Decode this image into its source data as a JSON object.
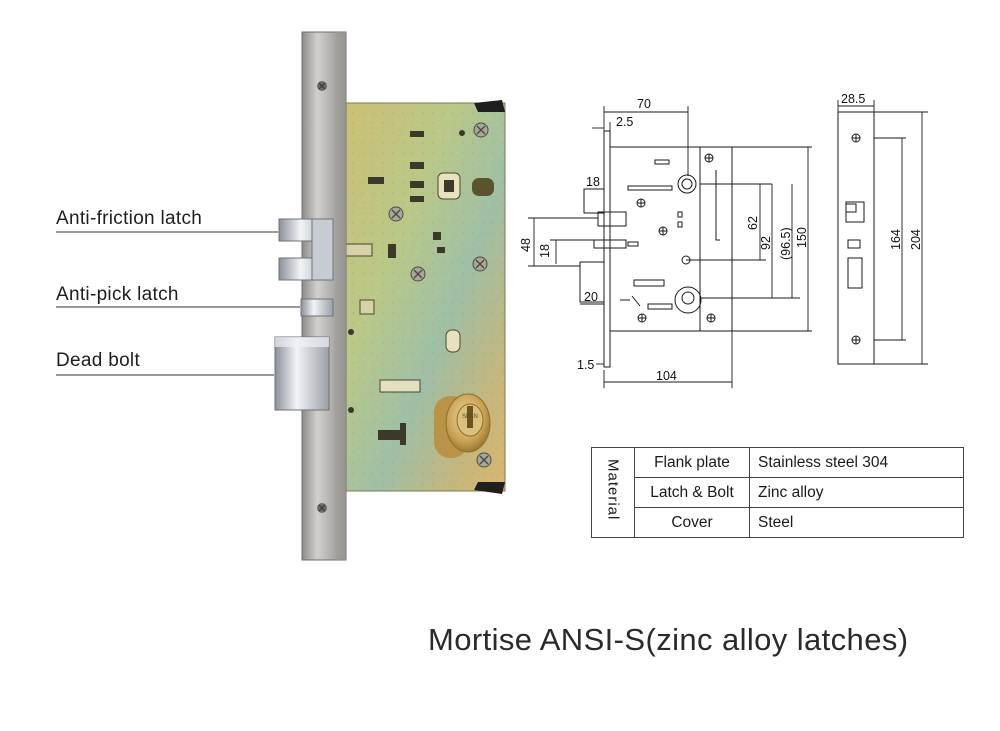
{
  "callouts": {
    "anti_friction_latch": "Anti-friction latch",
    "anti_pick_latch": "Anti-pick latch",
    "dead_bolt": "Dead bolt"
  },
  "cylinder_mark": "SPAN",
  "dimensions": {
    "side_view": {
      "width_top": "70",
      "plate_thickness": "2.5",
      "latch_offset": "18",
      "height_48": "48",
      "height_18": "18",
      "bolt_20": "20",
      "bottom_1_5": "1.5",
      "width_bottom": "104",
      "v62": "62",
      "v92": "92",
      "v96_5": "(96.5)",
      "v150": "150"
    },
    "front_view": {
      "width": "28.5",
      "v164": "164",
      "v204": "204"
    }
  },
  "materials_table": {
    "header": "Material",
    "rows": [
      {
        "part": "Flank plate",
        "spec": "Stainless steel 304"
      },
      {
        "part": "Latch & Bolt",
        "spec": "Zinc alloy"
      },
      {
        "part": "Cover",
        "spec": "Steel"
      }
    ]
  },
  "title": "Mortise ANSI-S(zinc alloy latches)",
  "colors": {
    "faceplate": "#b8b6b3",
    "body_plate": "#c9c27a",
    "cylinder": "#c9a95a",
    "chrome": "#d9dde3",
    "line": "#1a1a1a"
  }
}
